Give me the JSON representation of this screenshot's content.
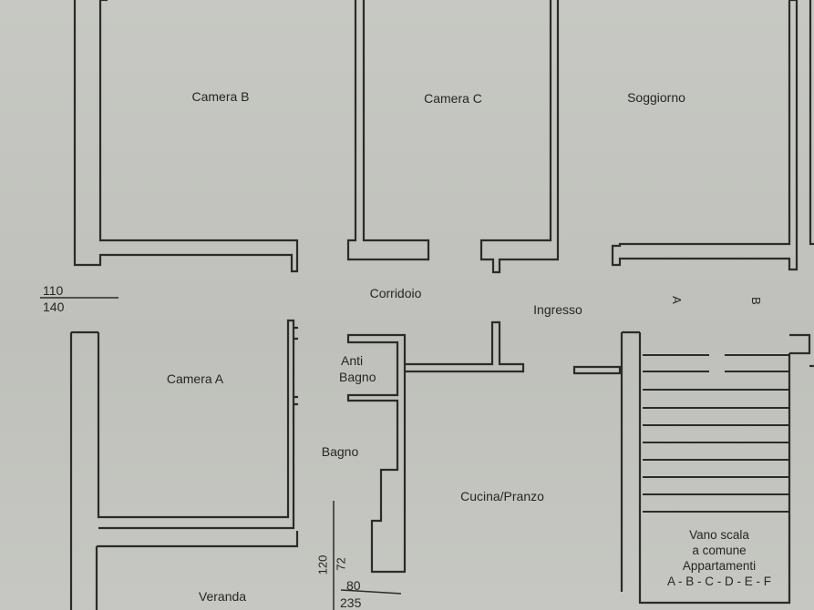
{
  "rooms": {
    "camera_b": "Camera B",
    "camera_c": "Camera C",
    "soggiorno": "Soggiorno",
    "corridoio": "Corridoio",
    "ingresso": "Ingresso",
    "camera_a": "Camera A",
    "anti_bagno_1": "Anti",
    "anti_bagno_2": "Bagno",
    "bagno": "Bagno",
    "cucina": "Cucina/Pranzo",
    "veranda": "Veranda"
  },
  "stair": {
    "line1": "Vano scala",
    "line2": "a comune",
    "line3": "Appartamenti",
    "line4": "A - B - C - D - E - F",
    "letter_a": "A",
    "letter_b": "B"
  },
  "dimensions": {
    "left_top": "110",
    "left_bottom": "140",
    "vert_1": "120",
    "vert_2": "72",
    "bottom_top": "80",
    "bottom_bottom": "235"
  }
}
